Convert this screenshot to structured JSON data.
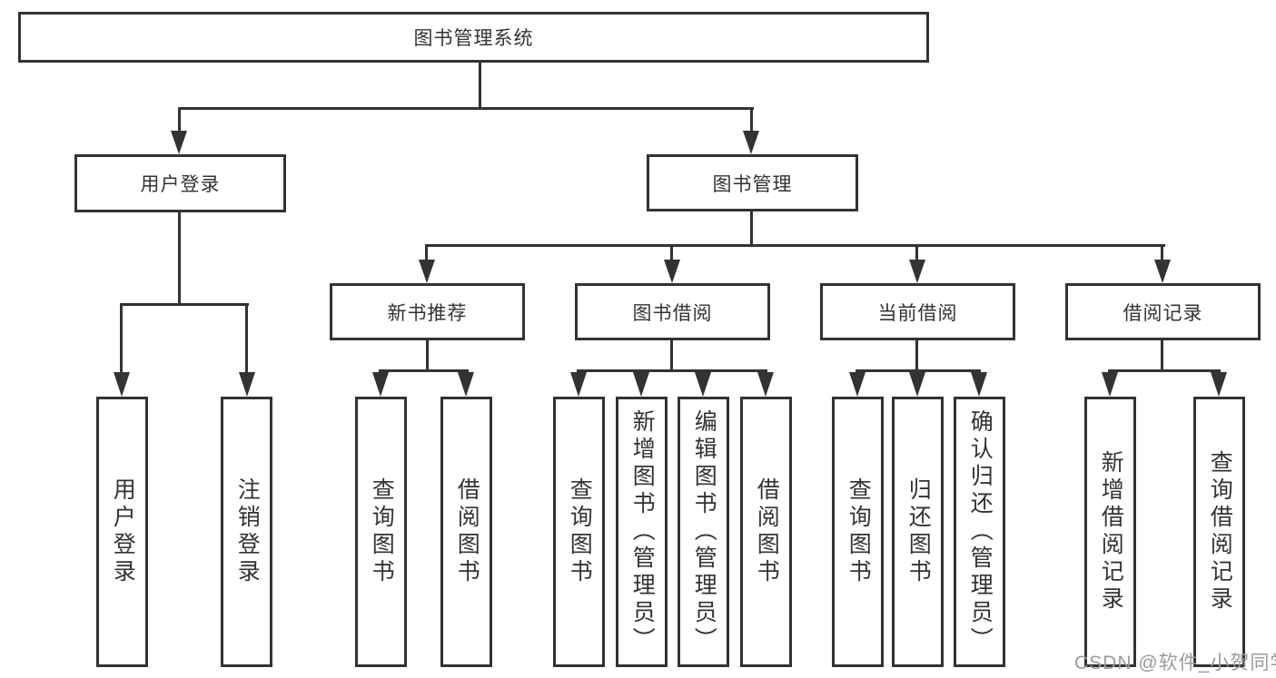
{
  "diagram": {
    "root": {
      "label": "图书管理系统"
    },
    "branches": [
      {
        "label": "用户登录",
        "children": [
          "用户登录",
          "注销登录"
        ]
      },
      {
        "label": "图书管理",
        "groups": [
          {
            "label": "新书推荐",
            "children": [
              "查询图书",
              "借阅图书"
            ]
          },
          {
            "label": "图书借阅",
            "children": [
              "查询图书",
              "新增图书（管理员）",
              "编辑图书（管理员）",
              "借阅图书"
            ]
          },
          {
            "label": "当前借阅",
            "children": [
              "查询图书",
              "归还图书",
              "确认归还（管理员）"
            ]
          },
          {
            "label": "借阅记录",
            "children": [
              "新增借阅记录",
              "查询借阅记录"
            ]
          }
        ]
      }
    ],
    "watermark": "CSDN @软件_小贺同学",
    "colors": {
      "line": "#333333",
      "text": "#333333",
      "watermark": "#9b9b9b",
      "background": "#ffffff"
    }
  }
}
